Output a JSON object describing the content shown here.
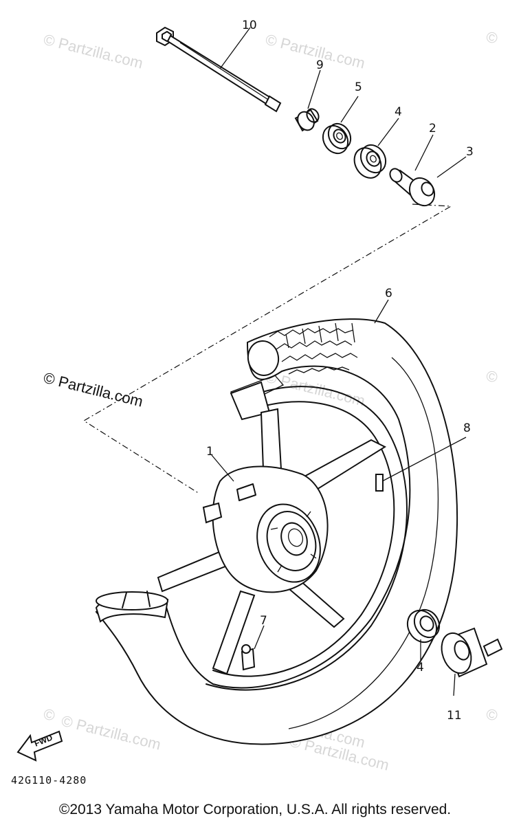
{
  "watermarks": [
    "© Partzilla.com",
    "© Partzilla.com",
    "©",
    "© Partzilla.com",
    "©",
    "©",
    "© Partzilla.com",
    "© Partzilla.com",
    "© Partzilla.com",
    "©"
  ],
  "watermark_main": "© Partzilla.com",
  "callouts": {
    "p1": "1",
    "p2": "2",
    "p3": "3",
    "p4a": "4",
    "p4b": "4",
    "p5": "5",
    "p6": "6",
    "p7": "7",
    "p8": "8",
    "p9": "9",
    "p10": "10",
    "p11": "11"
  },
  "fwd_label": "FWD",
  "diagram_code": "42G110-4280",
  "copyright": "©2013 Yamaha Motor Corporation, U.S.A. All rights reserved."
}
